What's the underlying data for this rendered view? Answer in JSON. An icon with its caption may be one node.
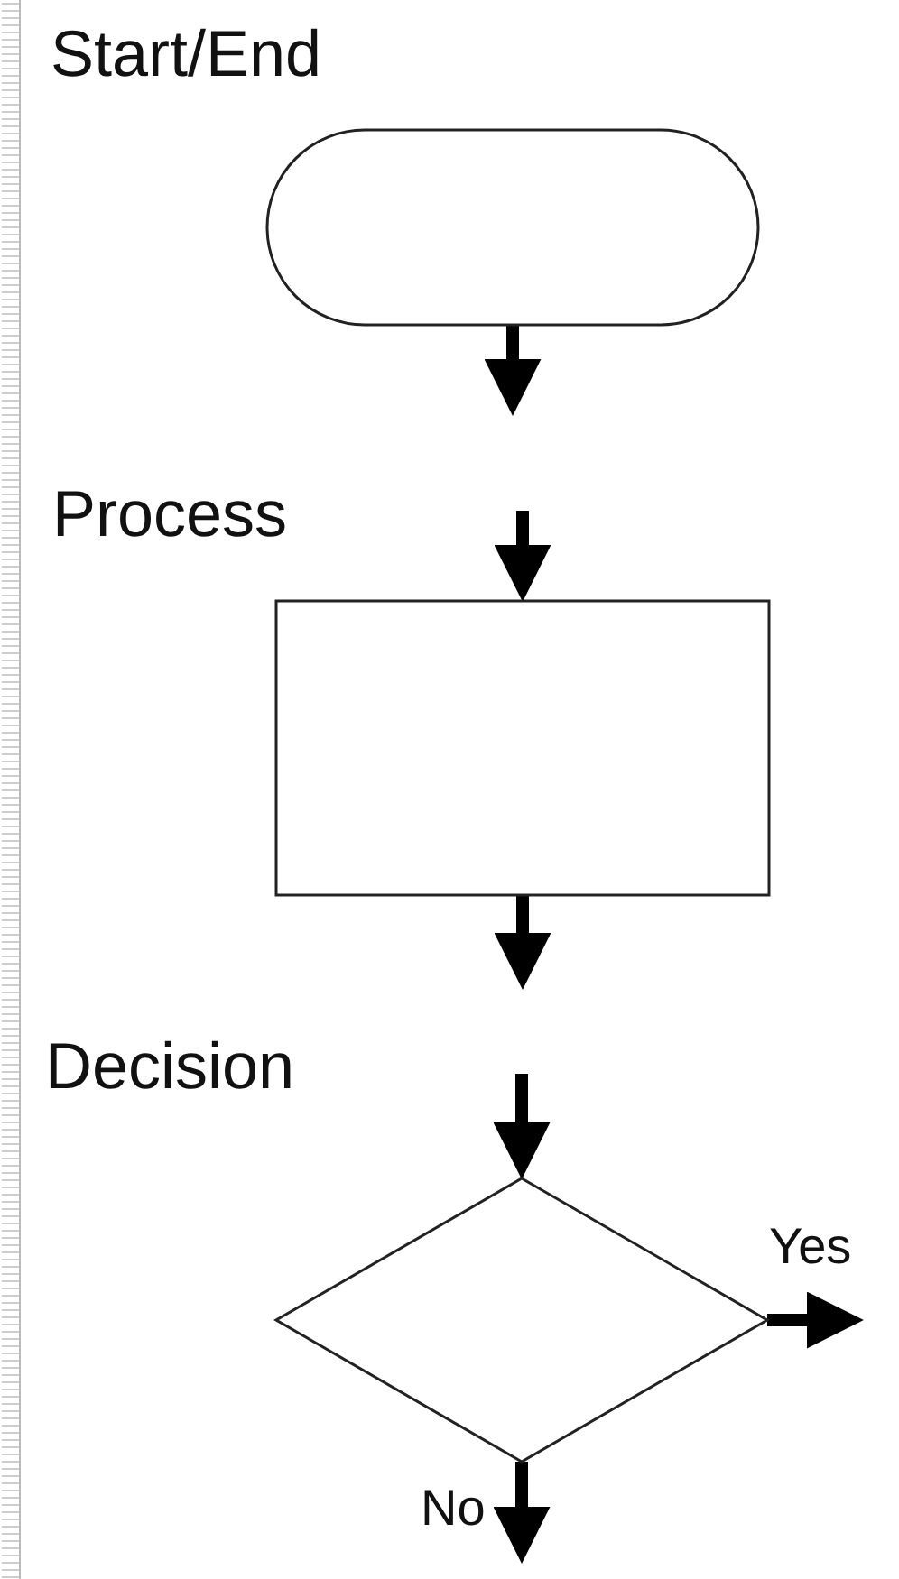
{
  "diagram": {
    "nodes": [
      {
        "text": [
          "Start/End"
        ]
      },
      {
        "text": [
          "Process"
        ]
      },
      {
        "text": [
          "Decision"
        ]
      }
    ],
    "edges": [
      {
        "from": 0,
        "to": null,
        "arrow": "to"
      },
      {
        "from": null,
        "to": 1,
        "arrow": "to"
      },
      {
        "from": 1,
        "to": null,
        "arrow": "to"
      },
      {
        "from": null,
        "to": 2,
        "arrow": "to"
      },
      {
        "from": 2,
        "to": null,
        "arrow": "to",
        "label": "Yes"
      },
      {
        "from": 2,
        "to": null,
        "arrow": "to",
        "label": "No"
      }
    ]
  }
}
